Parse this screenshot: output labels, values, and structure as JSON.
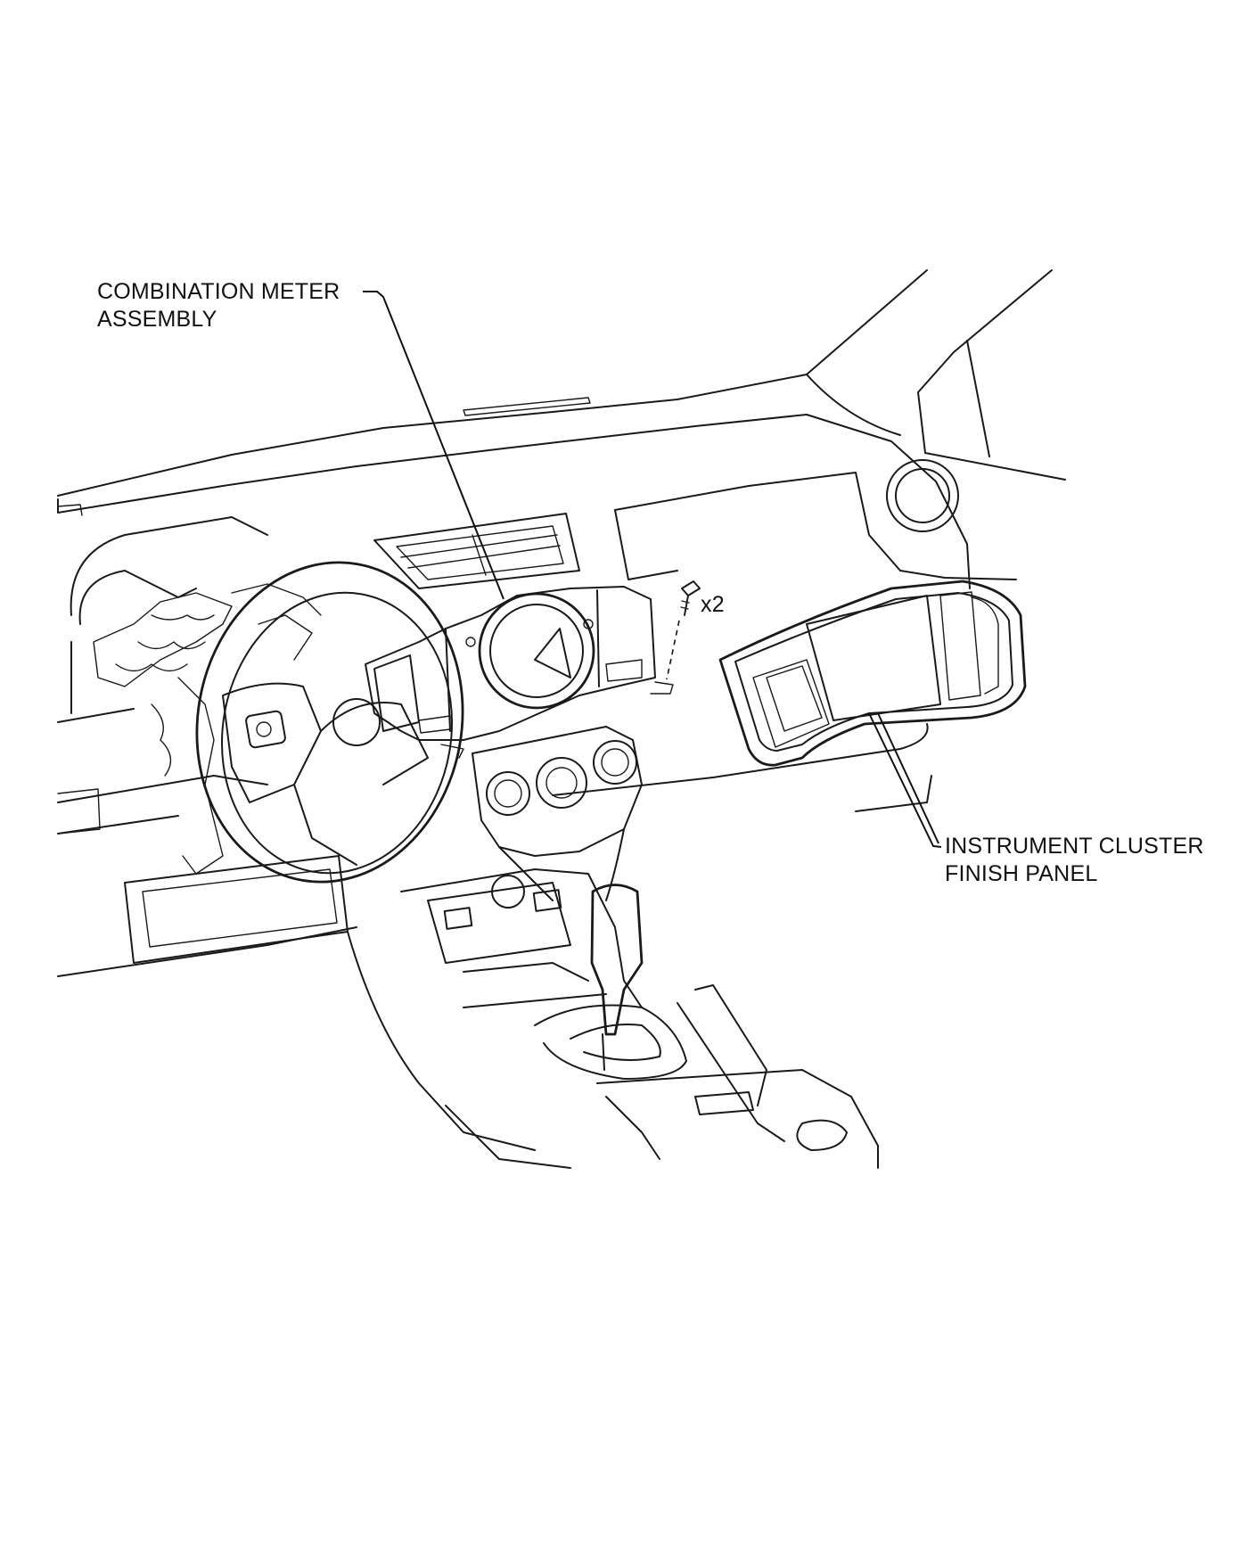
{
  "callouts": {
    "combination_meter": [
      "COMBINATION METER",
      "ASSEMBLY"
    ],
    "instrument_cluster_finish_panel": [
      "INSTRUMENT CLUSTER",
      "FINISH PANEL"
    ],
    "screw_quantity": "x2"
  },
  "colors": {
    "line": "#1a1a1a",
    "background": "#ffffff"
  }
}
